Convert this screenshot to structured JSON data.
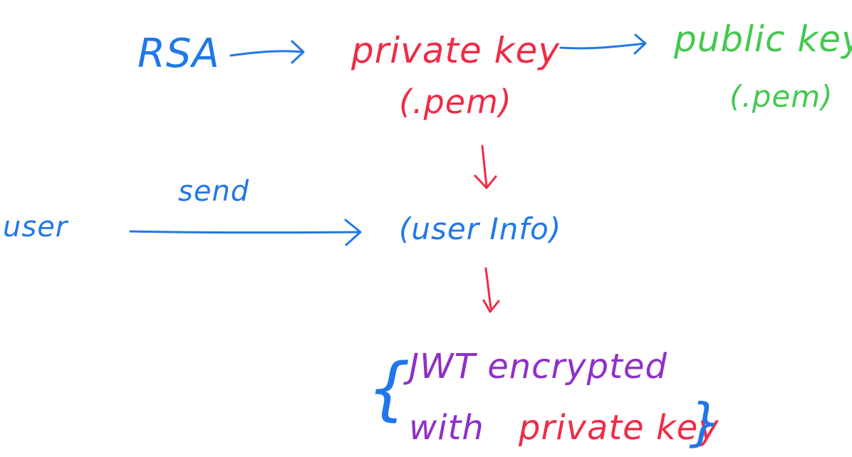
{
  "diagram": {
    "rsa_label": "RSA",
    "private_key_label": "private key",
    "private_key_ext": "(.pem)",
    "public_key_label": "public key",
    "public_key_ext": "(.pem)",
    "user_label": "user",
    "send_label": "send",
    "user_info_label": "(user Info)",
    "jwt_line_1": "JWT encrypted",
    "jwt_line_2_prefix": "with",
    "jwt_line_2_key": "private key",
    "open_brace": "{",
    "close_brace": "}"
  },
  "colors": {
    "blue": "#1f78e8",
    "red": "#ef2b46",
    "green": "#45c84f",
    "purple": "#8f2fc8"
  }
}
